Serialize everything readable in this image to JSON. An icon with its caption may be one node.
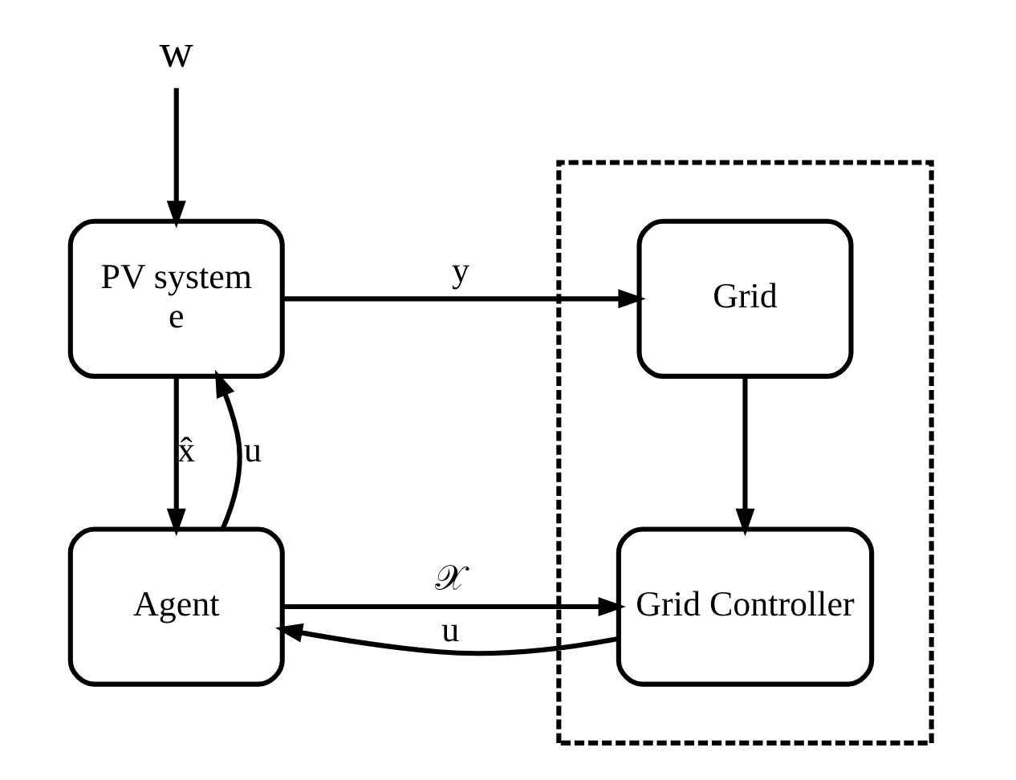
{
  "diagram": {
    "nodes": [
      {
        "text": [
          "w"
        ]
      },
      {
        "text": [
          "PV system",
          "e"
        ]
      },
      {
        "text": [],
        "shape": "box"
      },
      {
        "text": [
          "Grid"
        ],
        "in": 2
      },
      {
        "text": [
          "Agent"
        ]
      },
      {
        "text": [
          "Grid Controller"
        ],
        "in": 2
      }
    ],
    "edges": [
      {
        "from": 0,
        "to": 1,
        "arrow": "to"
      },
      {
        "from": 4,
        "to": 1,
        "arrow": "to",
        "label": "u"
      },
      {
        "from": 1,
        "to": 3,
        "arrow": "to",
        "label": "y"
      },
      {
        "from": 1,
        "to": 4,
        "arrow": "to",
        "label": "x̂"
      },
      {
        "from": 4,
        "to": 5,
        "arrow": "to",
        "label": "𝒳"
      },
      {
        "from": 5,
        "to": 4,
        "arrow": "to",
        "label": "u"
      },
      {
        "from": 3,
        "to": 5,
        "arrow": "to"
      }
    ]
  }
}
